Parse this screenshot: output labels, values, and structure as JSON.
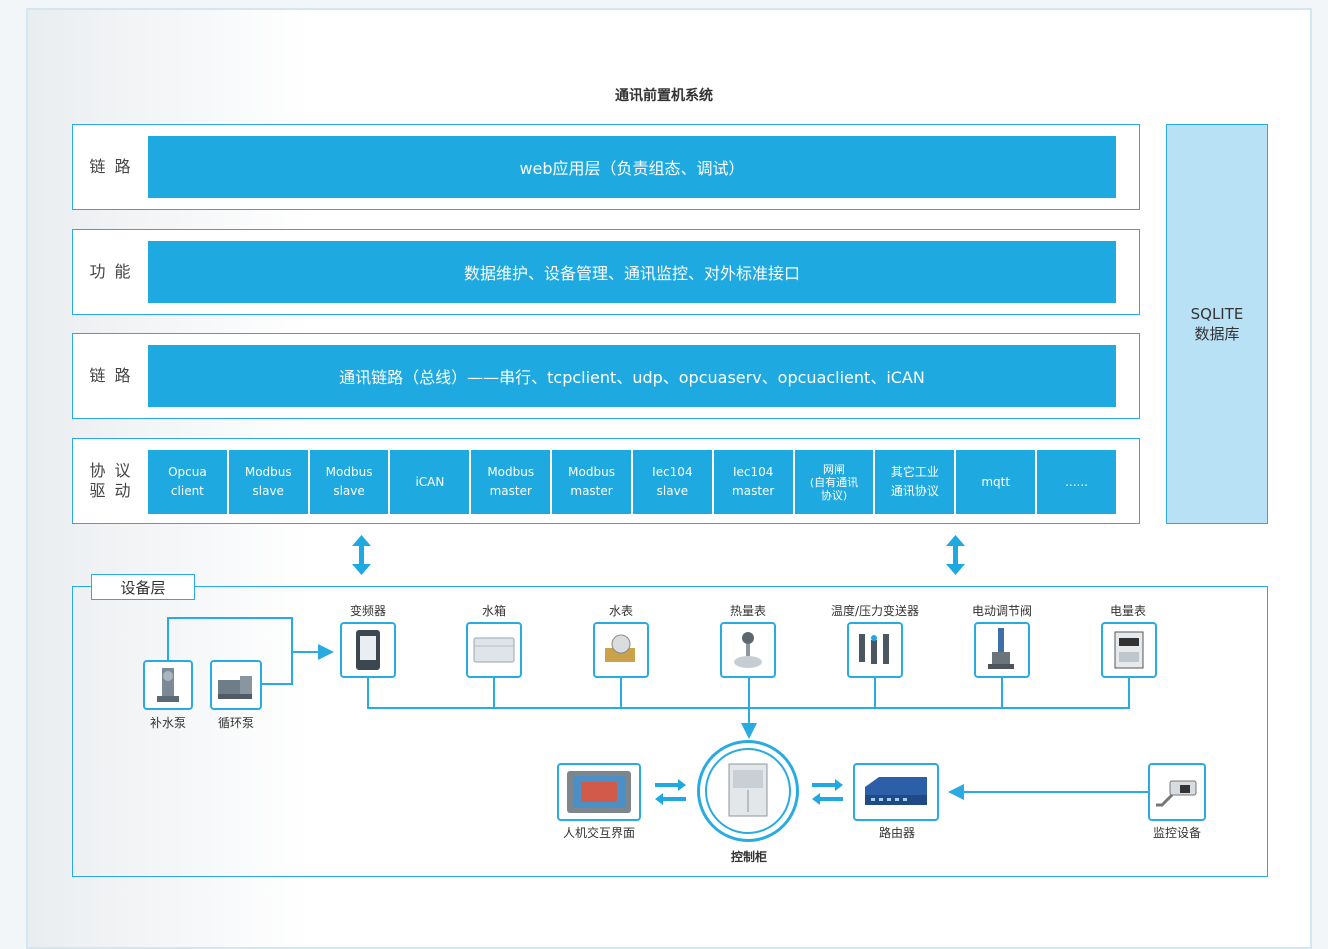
{
  "title": "通讯前置机系统",
  "layers": [
    {
      "label": "链 路",
      "content": "web应用层（负责组态、调试）"
    },
    {
      "label": "功 能",
      "content": "数据维护、设备管理、通讯监控、对外标准接口"
    },
    {
      "label": "链 路",
      "content": "通讯链路（总线）——串行、tcpclient、udp、opcuaserv、opcuaclient、iCAN"
    }
  ],
  "driver_layer": {
    "label": "协 议\n驱 动",
    "cells": [
      "Opcua\nclient",
      "Modbus\nslave",
      "Modbus\nslave",
      "iCAN",
      "Modbus\nmaster",
      "Modbus\nmaster",
      "Iec104\nslave",
      "Iec104\nmaster",
      "网闸\n(自有通讯\n协议)",
      "其它工业\n通讯协议",
      "mqtt",
      "......"
    ]
  },
  "database": "SQLITE\n数据库",
  "device_layer": {
    "tab": "设备层",
    "field_devices": [
      "变频器",
      "水箱",
      "水表",
      "热量表",
      "温度/压力变送器",
      "电动调节阀",
      "电量表"
    ],
    "pumps": [
      "补水泵",
      "循环泵"
    ],
    "hmi": "人机交互界面",
    "controller": "控制柜",
    "router": "路由器",
    "camera": "监控设备"
  },
  "colors": {
    "accent": "#1ea9e1",
    "border": "#29abe2",
    "db_fill": "#b9e1f6"
  }
}
